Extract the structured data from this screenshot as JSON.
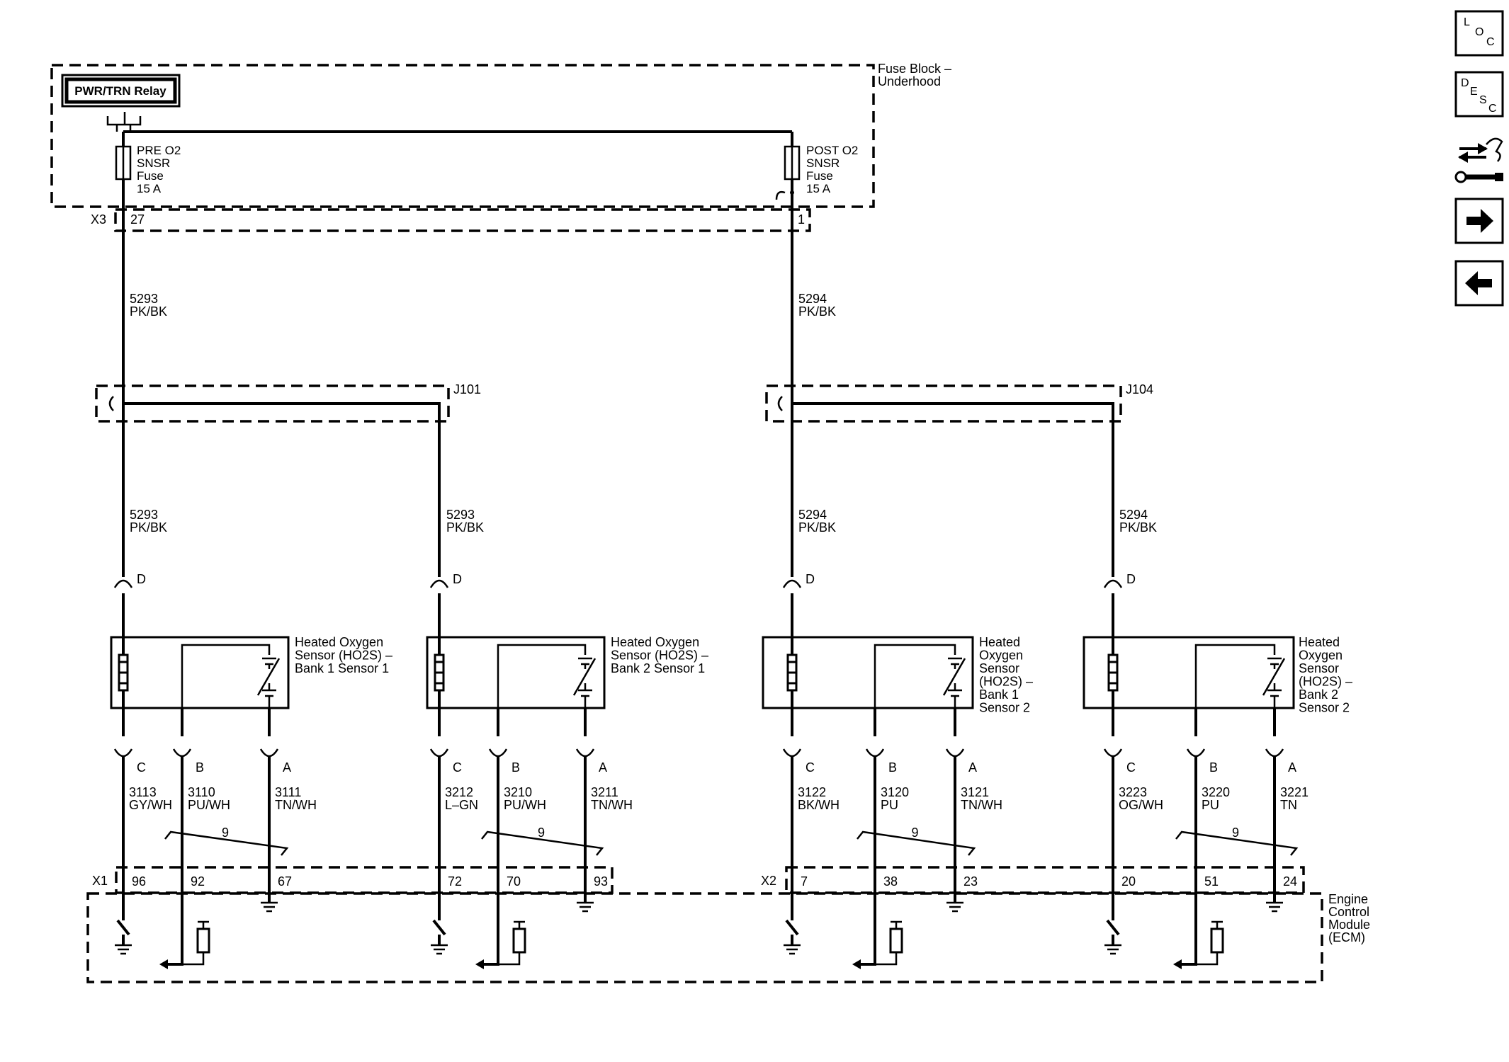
{
  "fuse_block": {
    "title_line1": "Fuse Block –",
    "title_line2": "Underhood",
    "relay_label": "PWR/TRN Relay",
    "connector": "X3",
    "fuse1": {
      "lines": [
        "PRE O2",
        "SNSR",
        "Fuse",
        "15 A"
      ],
      "pin": "27"
    },
    "fuse2": {
      "lines": [
        "POST O2",
        "SNSR",
        "Fuse",
        "15 A"
      ],
      "pin": "1"
    }
  },
  "upper_wires": [
    {
      "circuit": "5293",
      "color": "PK/BK"
    },
    {
      "circuit": "5294",
      "color": "PK/BK"
    }
  ],
  "splices": [
    "J101",
    "J104"
  ],
  "sensor_feeds": [
    {
      "circuit": "5293",
      "color": "PK/BK",
      "pin": "D"
    },
    {
      "circuit": "5293",
      "color": "PK/BK",
      "pin": "D"
    },
    {
      "circuit": "5294",
      "color": "PK/BK",
      "pin": "D"
    },
    {
      "circuit": "5294",
      "color": "PK/BK",
      "pin": "D"
    }
  ],
  "sensors": [
    {
      "name_lines": [
        "Heated Oxygen",
        "Sensor (HO2S) –",
        "Bank 1 Sensor 1"
      ],
      "twist": "9",
      "pins": [
        {
          "pin": "C",
          "circuit": "3113",
          "color": "GY/WH",
          "ecm_pin": "96"
        },
        {
          "pin": "B",
          "circuit": "3110",
          "color": "PU/WH",
          "ecm_pin": "92"
        },
        {
          "pin": "A",
          "circuit": "3111",
          "color": "TN/WH",
          "ecm_pin": "67"
        }
      ]
    },
    {
      "name_lines": [
        "Heated Oxygen",
        "Sensor (HO2S) –",
        "Bank 2 Sensor 1"
      ],
      "twist": "9",
      "pins": [
        {
          "pin": "C",
          "circuit": "3212",
          "color": "L–GN",
          "ecm_pin": "72"
        },
        {
          "pin": "B",
          "circuit": "3210",
          "color": "PU/WH",
          "ecm_pin": "70"
        },
        {
          "pin": "A",
          "circuit": "3211",
          "color": "TN/WH",
          "ecm_pin": "93"
        }
      ]
    },
    {
      "name_lines": [
        "Heated",
        "Oxygen",
        "Sensor",
        "(HO2S) –",
        "Bank 1",
        "Sensor 2"
      ],
      "twist": "9",
      "pins": [
        {
          "pin": "C",
          "circuit": "3122",
          "color": "BK/WH",
          "ecm_pin": "7"
        },
        {
          "pin": "B",
          "circuit": "3120",
          "color": "PU",
          "ecm_pin": "38"
        },
        {
          "pin": "A",
          "circuit": "3121",
          "color": "TN/WH",
          "ecm_pin": "23"
        }
      ]
    },
    {
      "name_lines": [
        "Heated",
        "Oxygen",
        "Sensor",
        "(HO2S) –",
        "Bank 2",
        "Sensor 2"
      ],
      "twist": "9",
      "pins": [
        {
          "pin": "C",
          "circuit": "3223",
          "color": "OG/WH",
          "ecm_pin": "20"
        },
        {
          "pin": "B",
          "circuit": "3220",
          "color": "PU",
          "ecm_pin": "51"
        },
        {
          "pin": "A",
          "circuit": "3221",
          "color": "TN",
          "ecm_pin": "24"
        }
      ]
    }
  ],
  "ecm": {
    "connectors": [
      "X1",
      "X2"
    ],
    "name_lines": [
      "Engine",
      "Control",
      "Module",
      "(ECM)"
    ]
  },
  "nav": {
    "loc": [
      "L",
      "O",
      "C"
    ],
    "desc": [
      "D",
      "E",
      "S",
      "C"
    ],
    "icons": [
      "schematic-wrench-icon",
      "arrow-right-icon",
      "arrow-left-icon"
    ]
  }
}
